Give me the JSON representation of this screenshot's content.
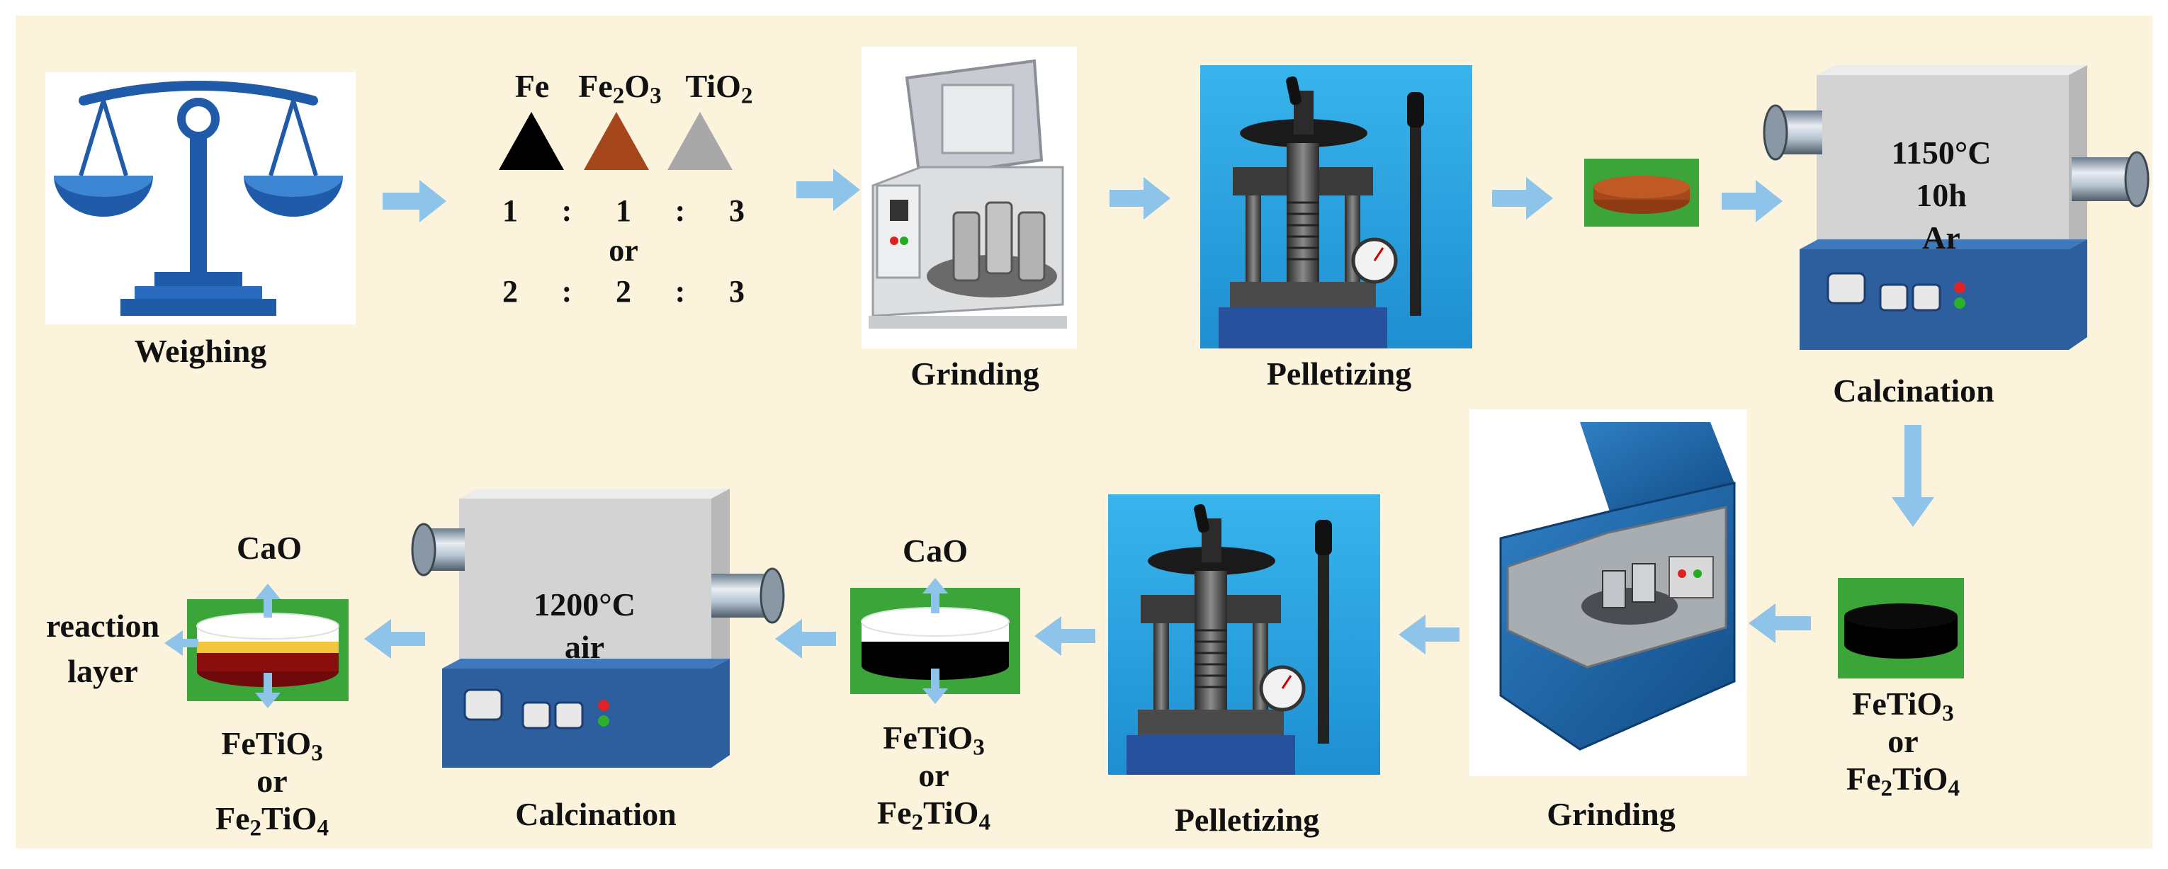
{
  "colors": {
    "background": "#fcf3dc",
    "arrow": "#8fc4ea",
    "scale_blue": "#1f5ba8",
    "press_bg": "#29a3e2",
    "pellet_green": "#3ba53a",
    "pellet_brown": "#a5471b",
    "pellet_dark_red": "#8b0e0e",
    "pellet_yellow": "#f2c53d",
    "furnace_gray": "#d3d3d3",
    "furnace_blue": "#2d5f9e",
    "fe_black": "#000000",
    "fe2o3_brown": "#a5471b",
    "tio2_gray": "#a8a8a8"
  },
  "steps": {
    "weighing": "Weighing",
    "grinding_1": "Grinding",
    "pelletizing_1": "Pelletizing",
    "calcination_1": "Calcination",
    "grinding_2": "Grinding",
    "pelletizing_2": "Pelletizing",
    "calcination_2": "Calcination"
  },
  "reagents": {
    "fe": "Fe",
    "fe2o3_main": "Fe",
    "fe2o3_sub1": "2",
    "fe2o3_o": "O",
    "fe2o3_sub2": "3",
    "tio2_main": "TiO",
    "tio2_sub": "2"
  },
  "ratio": {
    "row1": [
      "1",
      ":",
      "1",
      ":",
      "3"
    ],
    "or": "or",
    "row2": [
      "2",
      ":",
      "2",
      ":",
      "3"
    ]
  },
  "furnace_1": {
    "temp": "1150°C",
    "time": "10h",
    "atmosphere": "Ar"
  },
  "furnace_2": {
    "temp": "1200°C",
    "atmosphere": "air"
  },
  "product": {
    "fetio3_a": "FeTiO",
    "fetio3_b": "3",
    "or": "or",
    "fe2tio4_a": "Fe",
    "fe2tio4_b": "2",
    "fe2tio4_c": "TiO",
    "fe2tio4_d": "4"
  },
  "cao": "CaO",
  "reaction_layer": {
    "line1": "reaction",
    "line2": "layer"
  }
}
